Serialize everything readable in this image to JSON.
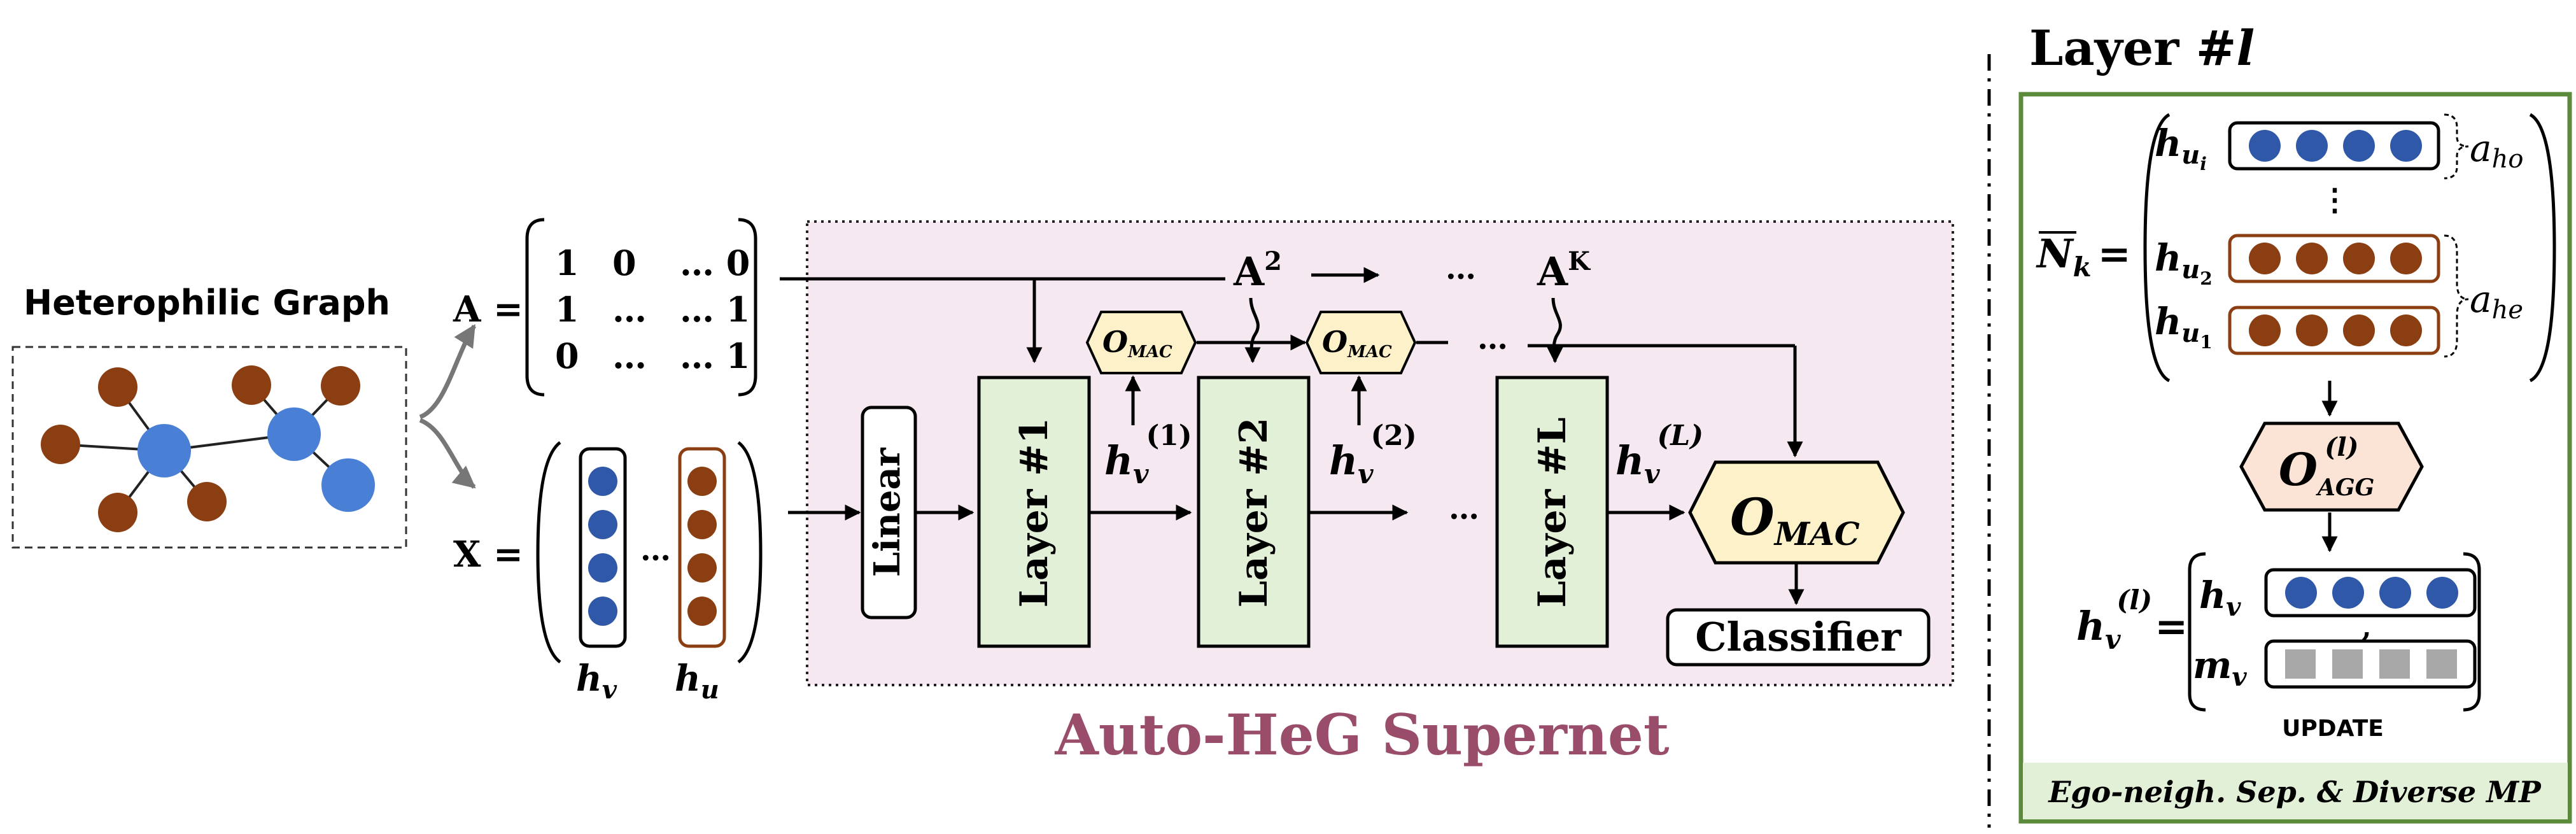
{
  "graph": {
    "title": "Heterophilic Graph"
  },
  "inputs": {
    "a_label": "A =",
    "a_matrix": [
      [
        "1",
        "0",
        "… 0"
      ],
      [
        "1",
        "…",
        "… 1"
      ],
      [
        "0",
        "…",
        "… 1"
      ]
    ],
    "x_label": "X =",
    "x_dots": "…",
    "hv_main": "h",
    "hv_sub": "v",
    "hu_main": "h",
    "hu_sub": "u"
  },
  "supernet": {
    "title": "Auto-HeG Supernet",
    "linear": "Linear",
    "layer1": "Layer #1",
    "layer2": "Layer #2",
    "layerL": "Layer #L",
    "ellipsis": "…",
    "a2_main": "A",
    "a2_sup": "2",
    "ak_main": "A",
    "ak_sup": "K",
    "omac_main": "O",
    "omac_sub": "MAC",
    "h1_main": "h",
    "h1_sub": "v",
    "h1_sup": "(1)",
    "h2_main": "h",
    "h2_sub": "v",
    "h2_sup": "(2)",
    "hL_main": "h",
    "hL_sub": "v",
    "hL_sup": "(L)",
    "classifier": "Classifier"
  },
  "layer_detail": {
    "title": "Layer #",
    "title_var": "l",
    "nk_main": "N",
    "nk_sub": "k",
    "eq": "=",
    "row_labels": [
      {
        "main": "h",
        "sub": "u",
        "subsub": "i"
      },
      {
        "main": "h",
        "sub": "u",
        "subsub": "2"
      },
      {
        "main": "h",
        "sub": "u",
        "subsub": "1"
      }
    ],
    "vdots": "⋮",
    "a_ho_main": "a",
    "a_ho_sub": "ho",
    "a_he_main": "a",
    "a_he_sub": "he",
    "agg_main": "O",
    "agg_sub": "AGG",
    "agg_sup": "(l)",
    "hvl_main": "h",
    "hvl_sub": "v",
    "hvl_sup": "(l)",
    "hv_main": "h",
    "hv_sub": "v",
    "comma": ",",
    "mv_main": "m",
    "mv_sub": "v",
    "update": "UPDATE",
    "footer": "Ego-neigh. Sep. &  Diverse MP"
  },
  "colors": {
    "brown": "#8B3E12",
    "blue_node": "#4A7FD6",
    "blue_dot": "#2F59A8",
    "gray_dot": "#A8A8A8",
    "pink_bg": "#F6E8F1",
    "green_fill": "#E3F0D8",
    "yellow_fill": "#FDF1C9",
    "peach_fill": "#FBE3D6",
    "title_color": "#9A4D6A",
    "green_border": "#5B8A3A"
  }
}
